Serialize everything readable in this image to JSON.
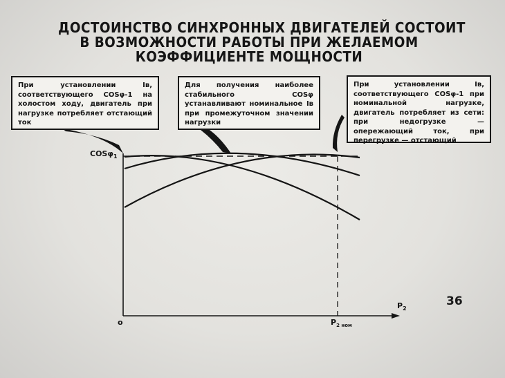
{
  "title": {
    "line1": "ДОСТОИНСТВО СИНХРОННЫХ ДВИГАТЕЛЕЙ СОСТОИТ",
    "line2": "В ВОЗМОЖНОСТИ РАБОТЫ ПРИ ЖЕЛАЕМОМ",
    "line3": "КОЭФФИЦИЕНТЕ МОЩНОСТИ"
  },
  "notes": {
    "left": "При установлении Iв, соответствующего COSφ-1 на холостом ходу, двигатель при нагрузке потребляет отстающий ток",
    "middle": "Для получения наиболее стабильного COSφ устанавливают номинальное Iв при промежуточном значении нагрузки",
    "right": "При установлении Iв, соответствующего COSφ-1 при номинальной нагрузке, двигатель потребляет из сети: при недогрузке — опережающий ток, при перегрузке — отстающий"
  },
  "axes": {
    "y_label": "COSφ",
    "y_label_sub": "1",
    "x_label": "P",
    "x_label_sub": "2",
    "origin_label": "о",
    "x_mark_label": "P",
    "x_mark_sub": "2 ном"
  },
  "page_number": "36",
  "colors": {
    "ink": "#151515",
    "paper": "#e6e5e1"
  }
}
